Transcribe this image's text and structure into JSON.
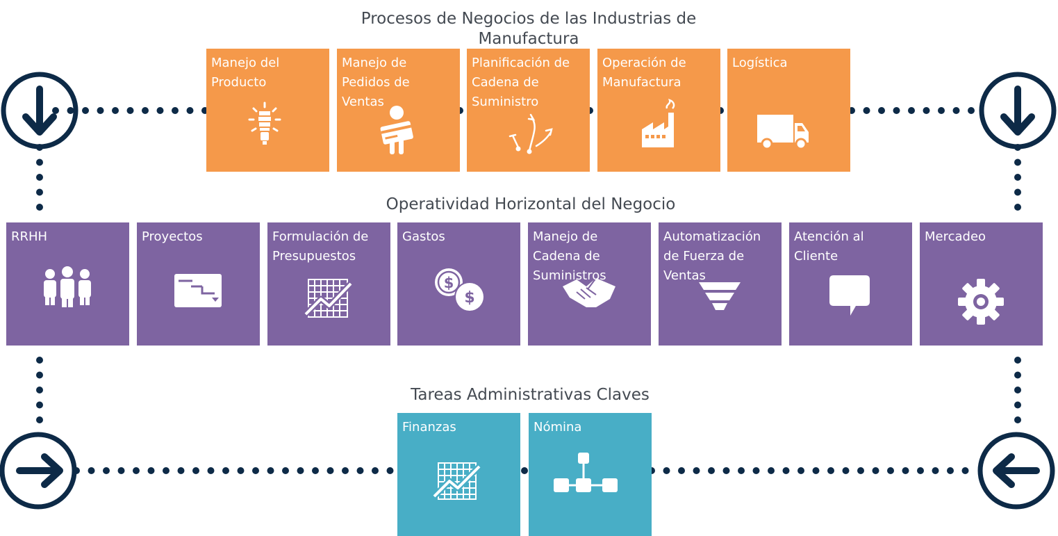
{
  "colors": {
    "manufacturing": "#f5994a",
    "horizontal": "#7e64a1",
    "administrative": "#48aec6",
    "connector": "#0d2a47",
    "heading_text": "#444a52",
    "tile_text": "#ffffff"
  },
  "sections": {
    "manufacturing": {
      "title": "Procesos de Negocios de las Industrias de\nManufactura",
      "tiles": [
        {
          "label": "Manejo del\nProducto",
          "icon": "lightbulb-icon"
        },
        {
          "label": "Manejo de\nPedidos de\nVentas",
          "icon": "person-carrying-card-icon"
        },
        {
          "label": "Planificación de\nCadena de\nSuministro",
          "icon": "strategy-play-icon"
        },
        {
          "label": "Operación de\nManufactura",
          "icon": "factory-icon"
        },
        {
          "label": "Logística",
          "icon": "truck-icon"
        }
      ]
    },
    "horizontal": {
      "title": "Operatividad Horizontal del Negocio",
      "tiles": [
        {
          "label": "RRHH",
          "icon": "people-group-icon"
        },
        {
          "label": "Proyectos",
          "icon": "project-board-icon"
        },
        {
          "label": "Formulación de\nPresupuestos",
          "icon": "trend-chart-icon"
        },
        {
          "label": "Gastos",
          "icon": "dollar-coins-icon"
        },
        {
          "label": "Manejo de\nCadena de\nSuministros",
          "icon": "handshake-icon"
        },
        {
          "label": "Automatización\nde Fuerza de\nVentas",
          "icon": "sales-funnel-icon"
        },
        {
          "label": "Atención al\nCliente",
          "icon": "speech-bubble-icon"
        },
        {
          "label": "Mercadeo",
          "icon": "gear-icon"
        }
      ]
    },
    "administrative": {
      "title": "Tareas Administrativas Claves",
      "tiles": [
        {
          "label": "Finanzas",
          "icon": "trend-chart-icon"
        },
        {
          "label": "Nómina",
          "icon": "hierarchy-icon"
        }
      ]
    }
  },
  "connectors": {
    "corner_icons": [
      "arrow-down-icon",
      "arrow-down-icon",
      "arrow-right-icon",
      "arrow-left-icon"
    ]
  }
}
